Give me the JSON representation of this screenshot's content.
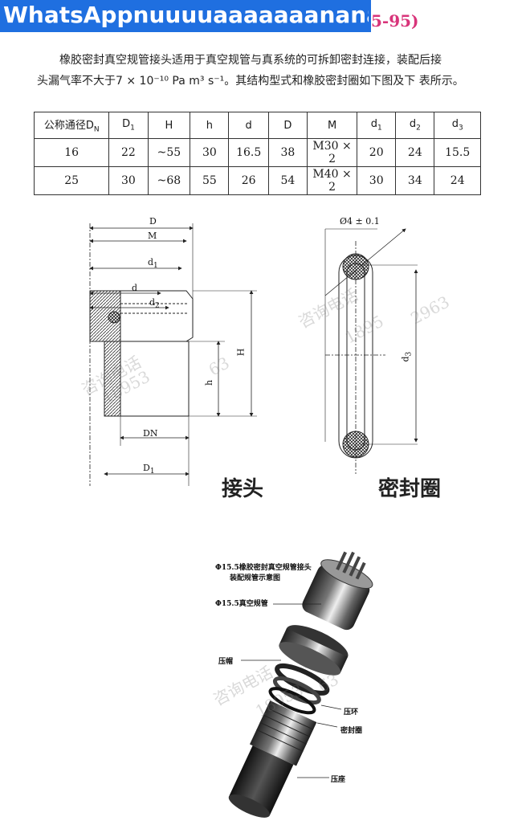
{
  "banner": {
    "text": "WhatsAppnuuuuaaaaaaananap",
    "tail": "5-95)"
  },
  "intro": {
    "line1": "橡胶密封真空规管接头适用于真空规管与真系统的可拆卸密封连接，装配后接",
    "line2": "头漏气率不大于7 × 10⁻¹⁰ Pa m³ s⁻¹。其结构型式和橡胶密封圈如下图及下 表所示。"
  },
  "table": {
    "headers": [
      "公称通径D",
      "D",
      "H",
      "h",
      "d",
      "D",
      "M",
      "d",
      "d",
      "d"
    ],
    "header_subs": [
      "N",
      "1",
      "",
      "",
      "",
      "",
      "",
      "1",
      "2",
      "3"
    ],
    "rows": [
      [
        "16",
        "22",
        "~55",
        "30",
        "16.5",
        "38",
        "M30 × 2",
        "20",
        "24",
        "15.5"
      ],
      [
        "25",
        "30",
        "~68",
        "55",
        "26",
        "54",
        "M40 × 2",
        "30",
        "34",
        "24"
      ]
    ]
  },
  "drawing": {
    "labels": {
      "D": "D",
      "M": "M",
      "d1": "d",
      "d1_sub": "1",
      "d": "d",
      "d2": "d",
      "d2_sub": "2",
      "H": "H",
      "h": "h",
      "DN": "DN",
      "D1": "D",
      "D1_sub": "1",
      "phi": "Ø4 ± 0.1",
      "d3": "d",
      "d3_sub": "3"
    },
    "caption_joint": "接头",
    "caption_seal": "密封圈"
  },
  "photo": {
    "title_line1": "Φ15.5橡胶密封真空规管接头",
    "title_line2": "装配规管示意图",
    "labels": [
      "Φ15.5真空规管",
      "压帽",
      "压环",
      "密封圈",
      "压座"
    ]
  },
  "watermarks": [
    "咨询电话",
    "18953",
    "63",
    "咨询电话",
    "1895",
    "2963",
    "咨询电话",
    "18953",
    "63"
  ]
}
